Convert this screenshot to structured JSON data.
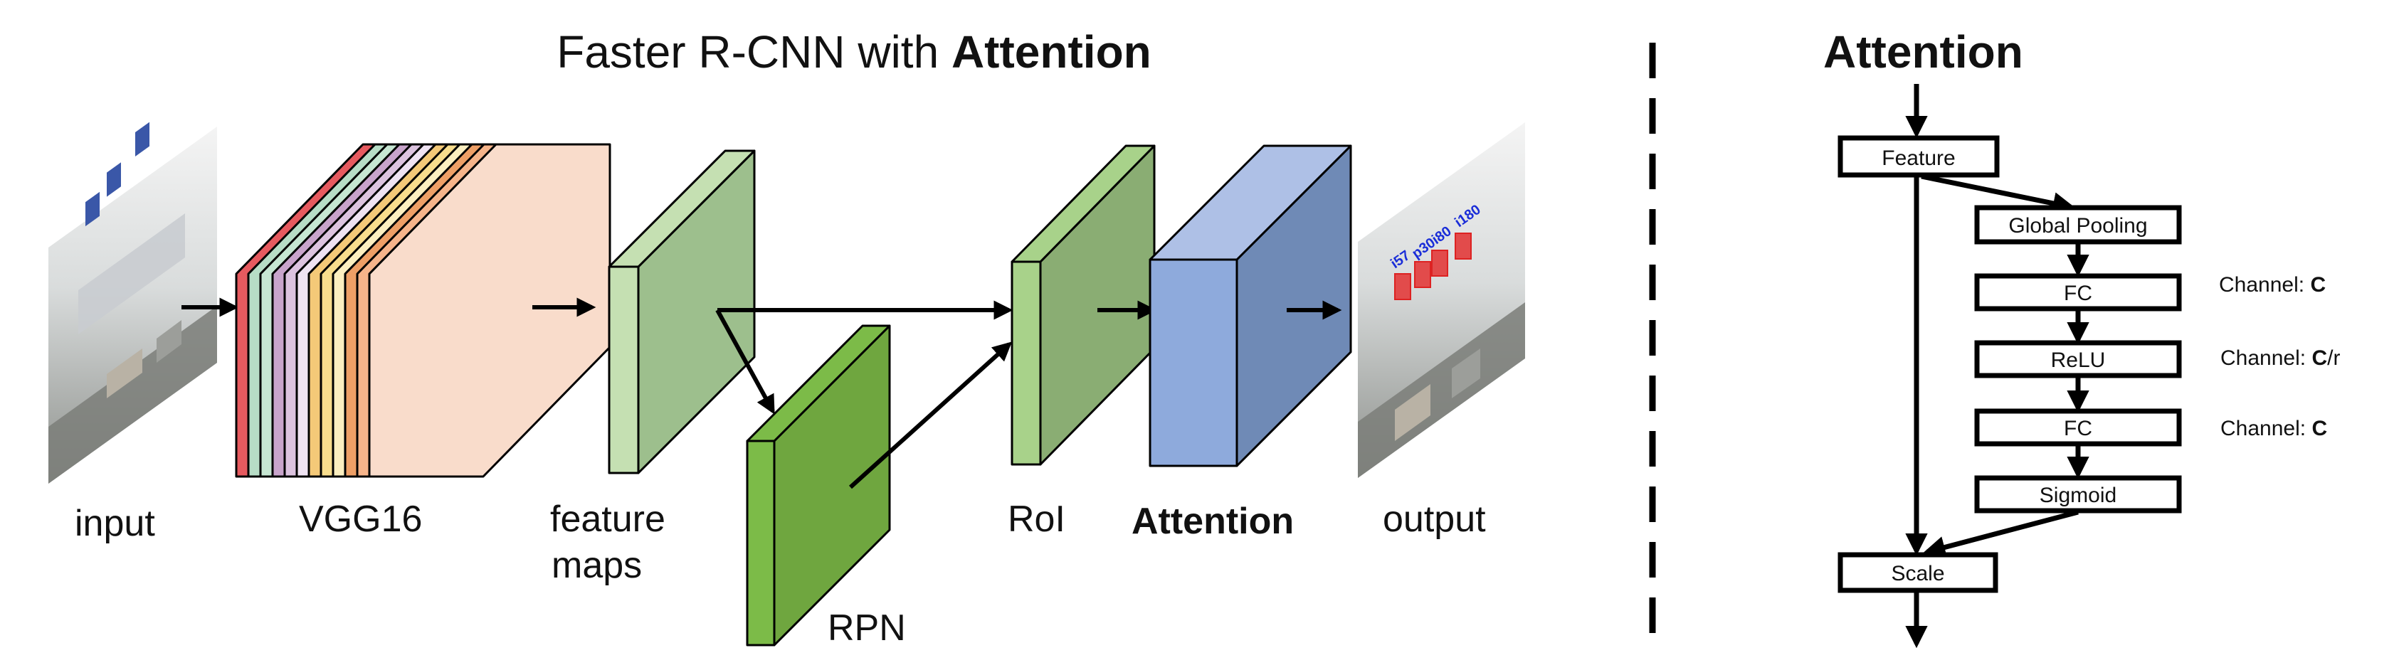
{
  "left_panel": {
    "title_prefix": "Faster R-CNN with ",
    "title_bold": "Attention",
    "labels": {
      "input": "input",
      "vgg": "VGG16",
      "feature_line1": "feature",
      "feature_line2": "maps",
      "rpn": "RPN",
      "roi": "RoI",
      "attention": "Attention",
      "output": "output"
    },
    "vgg_layer_colors": [
      "#e65a5f",
      "#b7ddc6",
      "#c6e6d2",
      "#c8a4cb",
      "#dcc3df",
      "#efe3f2",
      "#f4c978",
      "#f8dd8d",
      "#fcefc0",
      "#ee9f66",
      "#f6b48a",
      "#f9dccb"
    ],
    "colors": {
      "feature_front": "#c5e0b2",
      "feature_side": "#9dbf8d",
      "rpn_front": "#7cbb48",
      "rpn_side": "#6fa63f",
      "roi_front": "#a8d28a",
      "roi_side": "#8aad73",
      "attention_front": "#8eaadc",
      "attention_side": "#6f8ab6",
      "attention_top": "#aec0e6"
    }
  },
  "right_panel": {
    "title": "Attention",
    "boxes": {
      "feature": "Feature",
      "global_pooling": "Global Pooling",
      "fc1": "FC",
      "relu": "ReLU",
      "fc2": "FC",
      "sigmoid": "Sigmoid",
      "scale": "Scale"
    },
    "channels": [
      {
        "prefix": "Channel: ",
        "bold": "C",
        "suffix": ""
      },
      {
        "prefix": "Channel: ",
        "bold": "C",
        "suffix": "/r"
      },
      {
        "prefix": "Channel: ",
        "bold": "C",
        "suffix": ""
      }
    ]
  },
  "images": {
    "input_icon": "traffic-sign-photo-icon",
    "output_icon": "detection-result-photo-icon",
    "detection_labels": [
      "i57",
      "p30",
      "i80",
      "i180"
    ]
  }
}
